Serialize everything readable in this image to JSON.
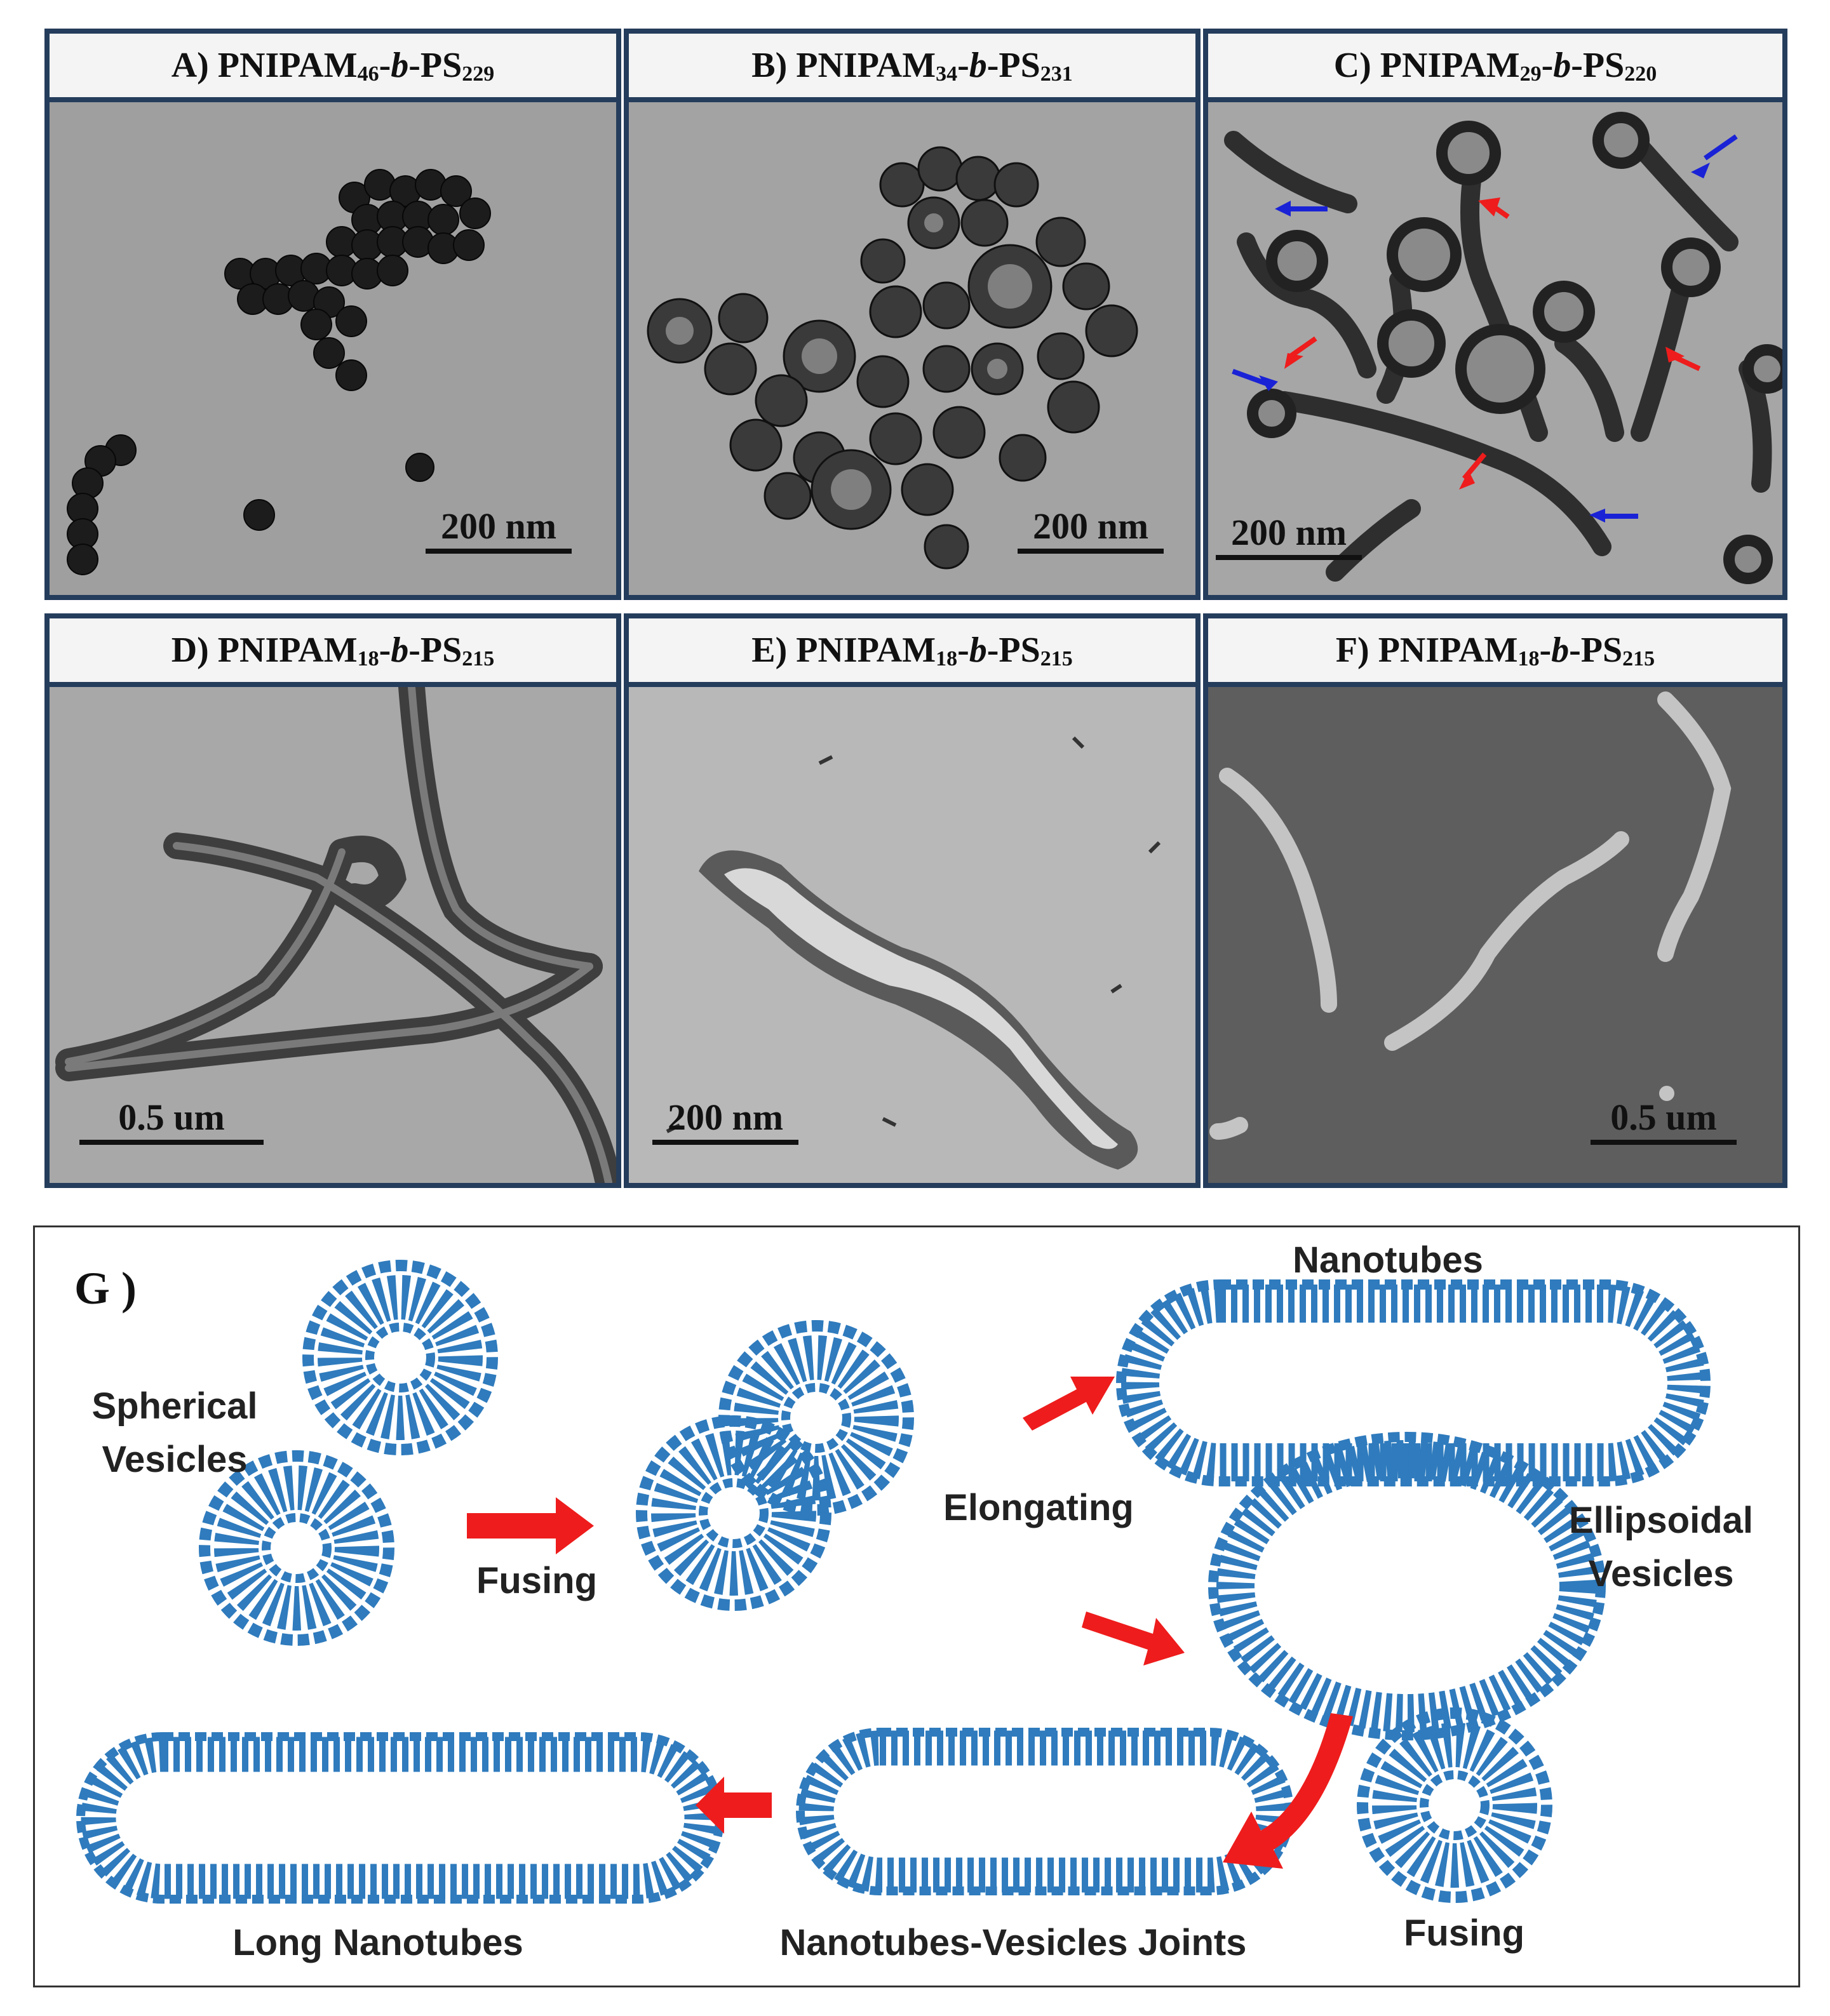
{
  "panels": {
    "a": {
      "prefix": "A) PNIPAM",
      "sub1": "46",
      "mid": "-",
      "b": "b",
      "ps": "-PS",
      "sub2": "229",
      "scale": "200 nm"
    },
    "b": {
      "prefix": "B) PNIPAM",
      "sub1": "34",
      "mid": "-",
      "b": "b",
      "ps": "-PS",
      "sub2": "231",
      "scale": "200 nm"
    },
    "c": {
      "prefix": "C) PNIPAM",
      "sub1": "29",
      "mid": "-",
      "b": "b",
      "ps": "-PS",
      "sub2": "220",
      "scale": "200 nm"
    },
    "d": {
      "prefix": "D) PNIPAM",
      "sub1": "18",
      "mid": "-",
      "b": "b",
      "ps": "-PS",
      "sub2": "215",
      "scale": "0.5 um"
    },
    "e": {
      "prefix": "E) PNIPAM",
      "sub1": "18",
      "mid": "-",
      "b": "b",
      "ps": "-PS",
      "sub2": "215",
      "scale": "200 nm"
    },
    "f": {
      "prefix": "F) PNIPAM",
      "sub1": "18",
      "mid": "-",
      "b": "b",
      "ps": "-PS",
      "sub2": "215",
      "scale": "0.5 um"
    }
  },
  "schematic": {
    "letter": "G )",
    "spherical": "Spherical\nVesicles",
    "fusing1": "Fusing",
    "elongating": "Elongating",
    "nanotubes": "Nanotubes",
    "ellipsoidal": "Ellipsoidal\nVesicles",
    "fusing2": "Fusing",
    "joints": "Nanotubes-Vesicles Joints",
    "long": "Long Nanotubes"
  },
  "colors": {
    "membrane": "#2f7bbd",
    "arrow_red": "#ee1c1c",
    "arrow_blue": "#1a22d6",
    "frame": "#253d5c"
  }
}
